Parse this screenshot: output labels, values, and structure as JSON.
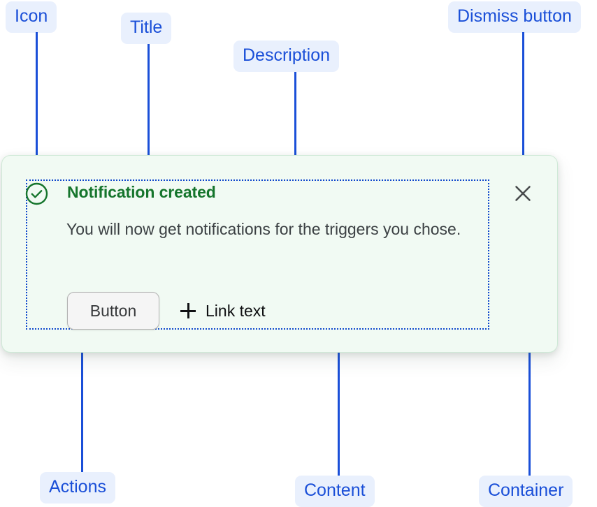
{
  "annotations": [
    {
      "id": "icon",
      "label": "Icon"
    },
    {
      "id": "title",
      "label": "Title"
    },
    {
      "id": "description",
      "label": "Description"
    },
    {
      "id": "dismiss-button",
      "label": "Dismiss button"
    },
    {
      "id": "actions",
      "label": "Actions"
    },
    {
      "id": "content",
      "label": "Content"
    },
    {
      "id": "container",
      "label": "Container"
    }
  ],
  "notification": {
    "status": "success",
    "icon": "check-circle-icon",
    "title": "Notification created",
    "description": "You will now get notifications for the triggers you chose.",
    "actions": {
      "button_label": "Button",
      "link_icon": "plus-icon",
      "link_label": "Link text"
    },
    "dismiss_icon": "close-icon"
  },
  "colors": {
    "annotation_text": "#1a4fd8",
    "annotation_bg": "#e9f0fd",
    "leader_line": "#0f47cc",
    "card_bg": "#f1faf3",
    "card_border": "#cfe9d7",
    "success_green": "#15752c",
    "description_text": "#3b4043",
    "button_bg": "#f5f5f5",
    "button_border": "#b3b3b3",
    "dismiss_icon": "#4a4c4e"
  }
}
